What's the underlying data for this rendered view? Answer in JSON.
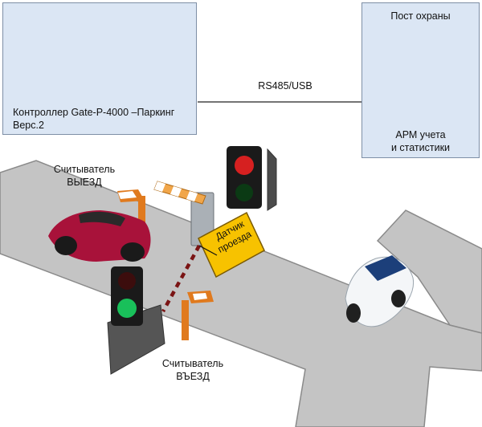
{
  "controller": {
    "caption": "Контроллер Gate-P-4000 –Паркинг Верс.2"
  },
  "guard_post": {
    "title": "Пост охраны",
    "workstation_line1": "АРМ учета",
    "workstation_line2": "и статистики"
  },
  "link_label": "RS485/USB",
  "reader_exit": {
    "line1": "Считыватель",
    "line2": "ВЫЕЗД"
  },
  "reader_entry": {
    "line1": "Считыватель",
    "line2": "ВЪЕЗД"
  },
  "sensor": {
    "line1": "Датчик",
    "line2": "проезда"
  },
  "colors": {
    "box_fill": "#dbe6f4",
    "road": "#c4c4c4",
    "sensor_fill": "#f7c200",
    "reader": "#e07a1e",
    "car_red": "#a8123a",
    "light_red": "#d62020",
    "light_green": "#19c05a"
  }
}
